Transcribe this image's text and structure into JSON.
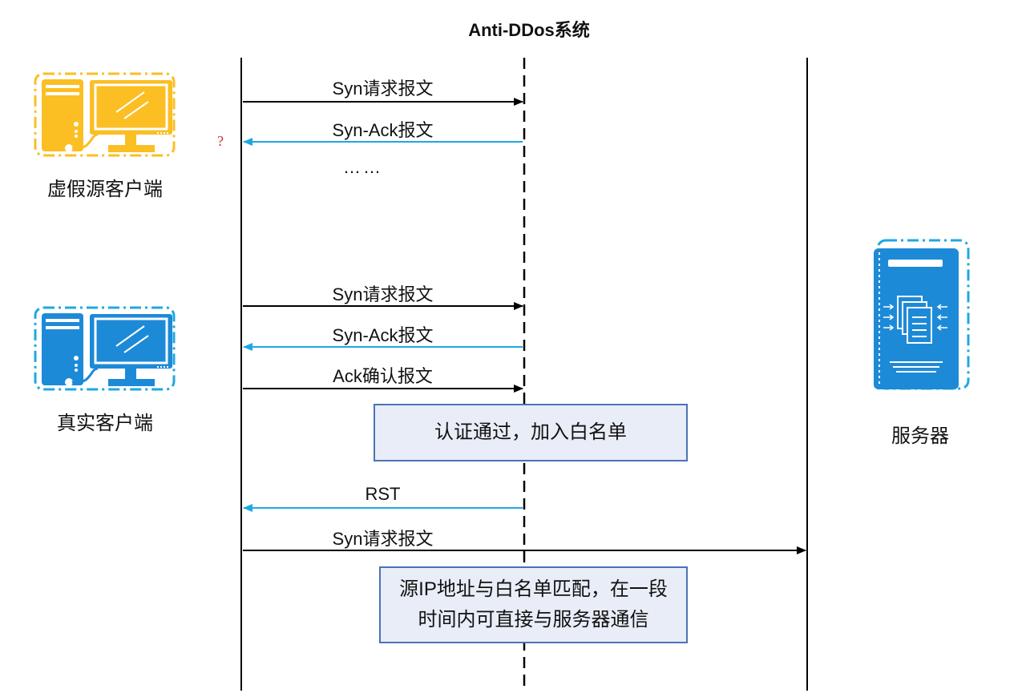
{
  "title": "Anti-DDos系统",
  "nodes": {
    "fake_client": {
      "label": "虚假源客户端",
      "color": "#fbbf24"
    },
    "real_client": {
      "label": "真实客户端",
      "color": "#1d8ad8"
    },
    "server": {
      "label": "服务器",
      "color": "#1d8ad8"
    }
  },
  "messages": [
    {
      "label": "Syn请求报文",
      "direction": "right",
      "color": "#000000"
    },
    {
      "label": "Syn-Ack报文",
      "direction": "left",
      "color": "#1fa8e0"
    },
    {
      "label": "Syn请求报文",
      "direction": "right",
      "color": "#000000"
    },
    {
      "label": "Syn-Ack报文",
      "direction": "left",
      "color": "#1fa8e0"
    },
    {
      "label": "Ack确认报文",
      "direction": "right",
      "color": "#000000"
    },
    {
      "label": "RST",
      "direction": "left",
      "color": "#1fa8e0"
    },
    {
      "label": "Syn请求报文",
      "direction": "right",
      "color": "#000000"
    }
  ],
  "ellipsis": "……",
  "question_mark": "?",
  "notes": {
    "auth": "认证通过，加入白名单",
    "whitelist_line1": "源IP地址与白名单匹配，在一段",
    "whitelist_line2": "时间内可直接与服务器通信"
  },
  "colors": {
    "accent_blue": "#1fa8e0",
    "note_border": "#4a73b5",
    "note_fill": "#e9edf7"
  }
}
